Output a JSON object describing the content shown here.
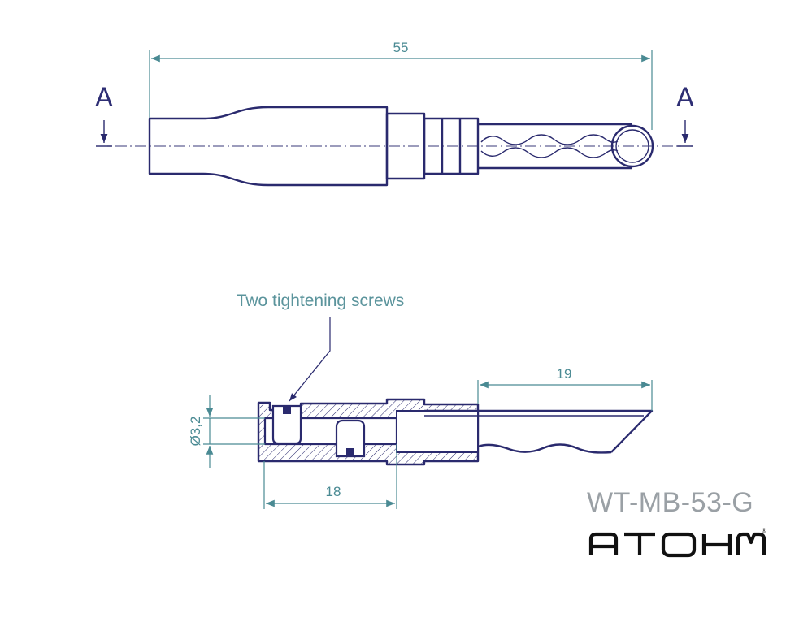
{
  "top_view": {
    "overall_length": "55",
    "section_left": "A",
    "section_right": "A"
  },
  "section_view": {
    "callout": "Two tightening screws",
    "dim_tip_length": "19",
    "dim_body_length": "18",
    "dim_bore_diameter": "Ø3,2"
  },
  "part_number": "WT-MB-53-G",
  "brand": "ATOHM",
  "brand_mark": "®",
  "colors": {
    "outline": "#2a2a6e",
    "dimension": "#4a8a93",
    "hatch": "#2a2a6e",
    "part_number": "#9aa0a5",
    "brand": "#111111"
  }
}
